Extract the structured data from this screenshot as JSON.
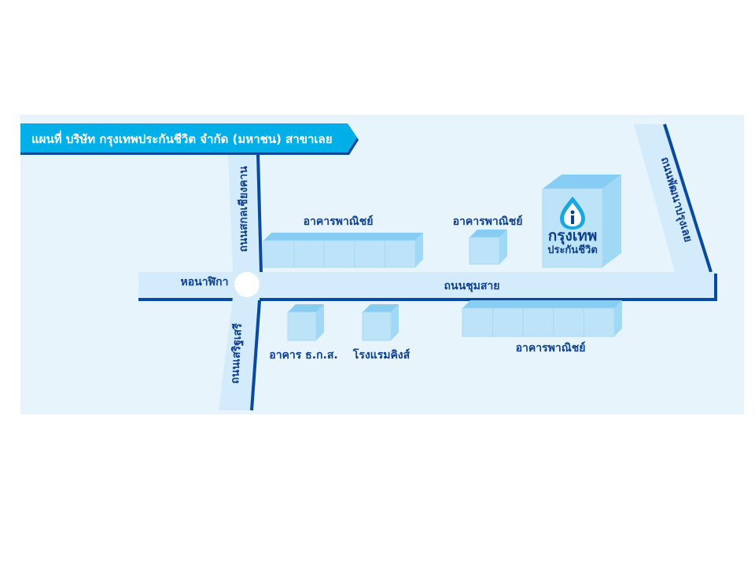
{
  "title": "แผนที่ บริษัท กรุงเทพประกันชีวิต จำกัด (มหาชน) สาขาเลย",
  "roads": {
    "main": "ถนนชุมสาย",
    "left_north": "ถนนสกลเชียงคาน",
    "left_south": "ถนนเสริฐเสรี",
    "right": "ถนนพัฒนาปรุงเลย"
  },
  "landmarks": {
    "clock_tower": "หอนาฬิกา",
    "shops_north_left": "อาคารพาณิชย์",
    "shops_north_right": "อาคารพาณิชย์",
    "shops_south": "อาคารพาณิชย์",
    "baac": "อาคาร ธ.ก.ส.",
    "hotel": "โรงแรมคิงส์"
  },
  "company": {
    "name_line1": "กรุงเทพ",
    "name_line2": "ประกันชีวิต"
  },
  "colors": {
    "background": "#e8f4fc",
    "road": "#d3ebfa",
    "road_edge": "#0a4a9e",
    "banner": "#00aee8",
    "text": "#0d3f8c"
  }
}
